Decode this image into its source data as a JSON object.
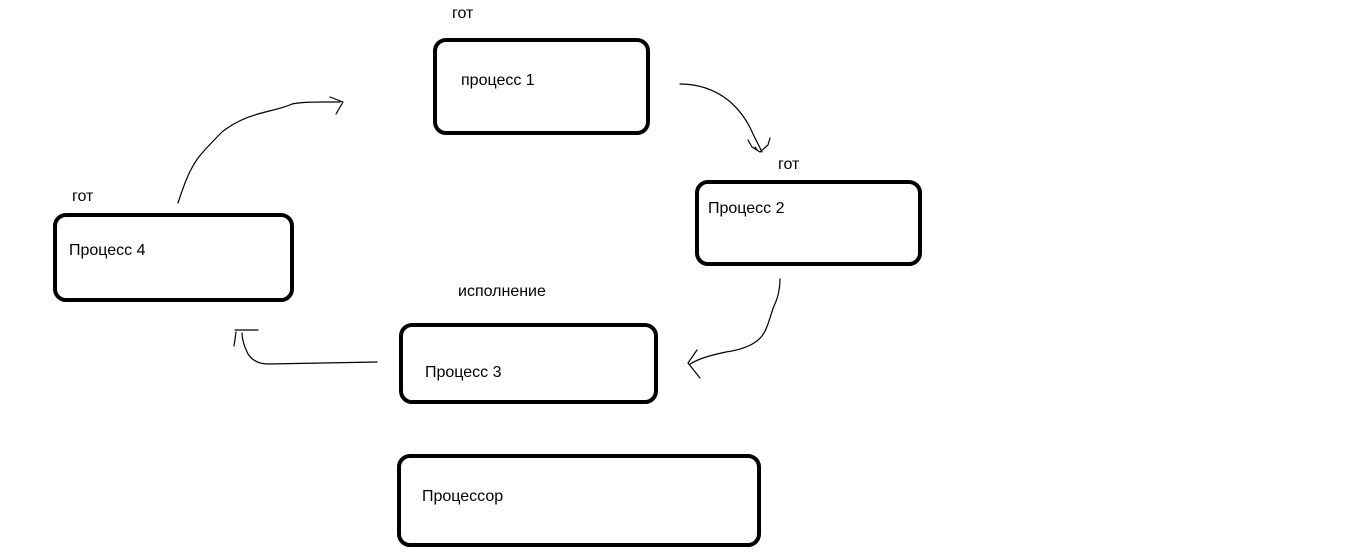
{
  "process_1": {
    "label": "процесс 1",
    "state": "гот"
  },
  "process_2": {
    "label": "Процесс 2",
    "state": "гот"
  },
  "process_3": {
    "label": "Процесс 3",
    "state": "исполнение"
  },
  "process_4": {
    "label": "Процесс 4",
    "state": "гот"
  },
  "processor": {
    "label": "Процессор"
  },
  "colors": {
    "stroke": "#000000",
    "background": "#ffffff"
  }
}
